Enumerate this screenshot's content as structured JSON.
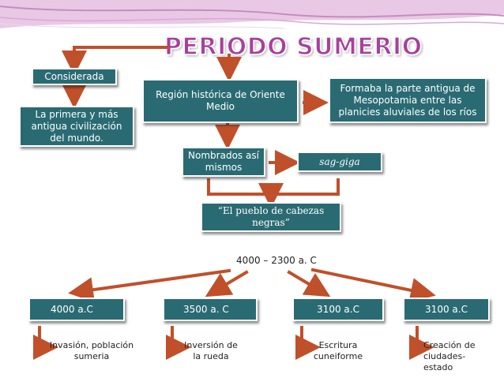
{
  "title": "PERIODO SUMERIO",
  "nodes": {
    "considerada": "Considerada",
    "primera": "La primera y más antigua civilización del mundo.",
    "region": "Región histórica de Oriente Medio",
    "formaba": "Formaba la parte antigua de Mesopotamia entre las planicies aluviales de los ríos",
    "nombrados": "Nombrados así mismos",
    "sag_giga": "sag-giga",
    "pueblo": "“El pueblo de cabezas negras”",
    "periodo": "4000 – 2300 a. C",
    "d4000": "4000 a.C",
    "d3500": "3500 a. C",
    "d3100a": "3100 a.C",
    "d3100b": "3100 a.C"
  },
  "events": {
    "e4000": "Invasión, población sumeria",
    "e3500": "Inversión de la rueda",
    "e3100a": "Escritura cuneiforme",
    "e3100b": "Creación de ciudades-estado"
  },
  "colors": {
    "box": "#2a6b73",
    "arrow": "#c0502a",
    "title": "#a8409c"
  }
}
